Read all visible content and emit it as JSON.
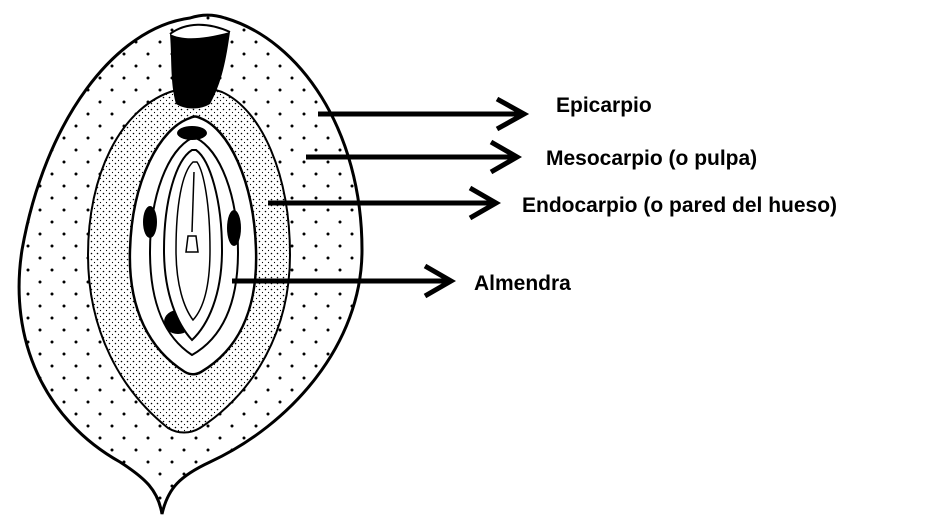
{
  "diagram": {
    "line_color": "#000000",
    "background": "#ffffff",
    "labels": {
      "epicarpio": "Epicarpio",
      "mesocarpio": "Mesocarpio (o pulpa)",
      "endocarpio": "Endocarpio (o pared del hueso)",
      "almendra": "Almendra"
    }
  }
}
